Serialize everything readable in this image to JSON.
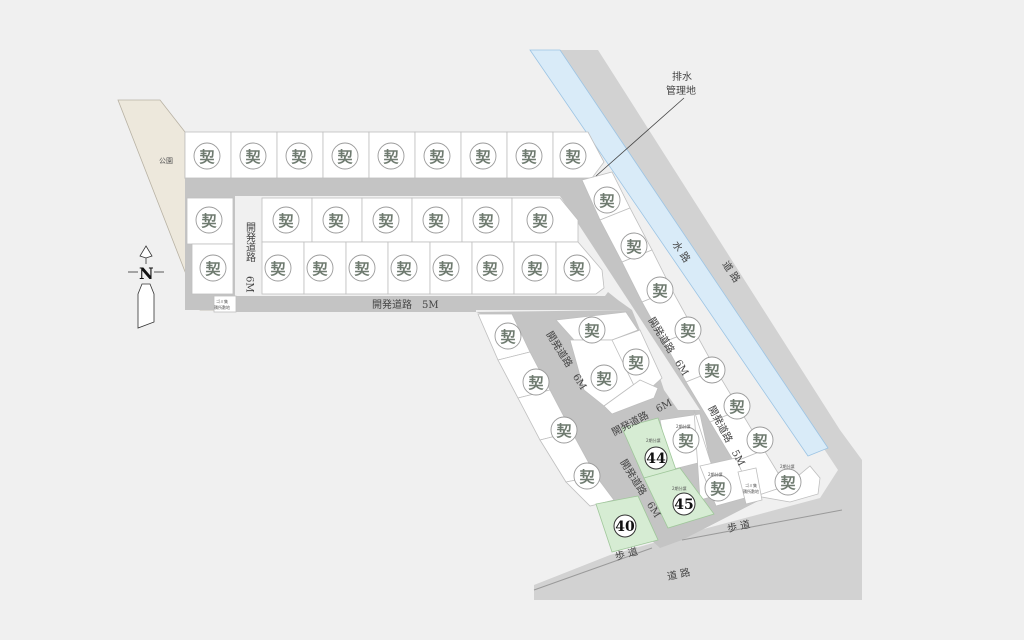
{
  "labels": {
    "water_mgmt_1": "排水",
    "water_mgmt_2": "管理地",
    "park": "公園",
    "waterway": "水 路",
    "road_right": "道 路",
    "road_bottom": "道 路",
    "sidewalk_right": "歩 道",
    "sidewalk_bottom": "歩 道",
    "dev_road_5m": "開発道路　5M",
    "dev_road_6m_v1": "開発道路",
    "dev_road_6m_v1_w": "6M",
    "dev_road_6m_r": "開発道路　6M",
    "dev_road_6m_c": "開発道路　6M",
    "dev_road_6m_s": "開発道路　6M",
    "dev_road_6m_h": "開発道路　6M",
    "dev_road_5m_r": "開発道路　5M",
    "small_lot_1": "ゴミ集",
    "small_lot_2": "積所敷地",
    "phase2": "2期分譲",
    "north": "N",
    "stamp": "契"
  },
  "lots": [
    {
      "number": "44"
    },
    {
      "number": "45"
    },
    {
      "number": "40"
    }
  ],
  "colors": {
    "lot": "#ffffff",
    "road": "#c4c4c4",
    "available_lot": "#d6ecd3",
    "water": "#d9ebf8",
    "park": "#ede8dc"
  }
}
